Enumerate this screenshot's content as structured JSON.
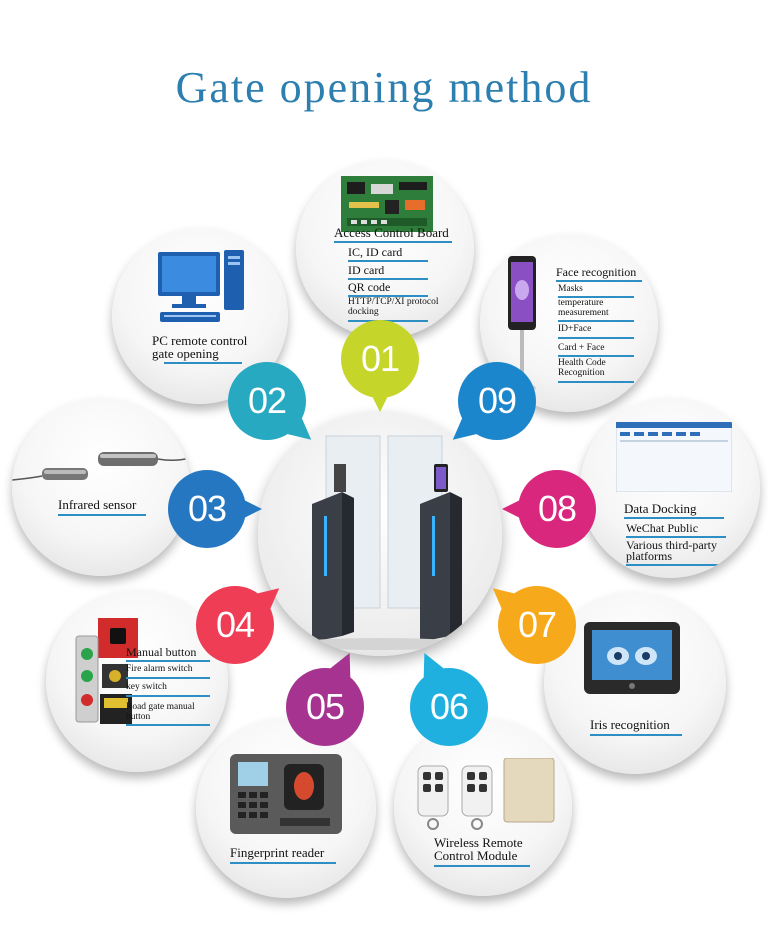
{
  "title": "Gate opening method",
  "colors": {
    "title": "#2d7fb0",
    "b01": "#c5d52a",
    "b02": "#26a9c1",
    "b03": "#2577c2",
    "b04": "#ee3d54",
    "b05": "#a5338f",
    "b06": "#1fb0df",
    "b07": "#f7a91c",
    "b08": "#d9277e",
    "b09": "#1c86cc"
  },
  "badges": {
    "b01": "01",
    "b02": "02",
    "b03": "03",
    "b04": "04",
    "b05": "05",
    "b06": "06",
    "b07": "07",
    "b08": "08",
    "b09": "09"
  },
  "access": {
    "title": "Access Control Board",
    "i1": "IC, ID card",
    "i2": "ID card",
    "i3": "QR code",
    "i4a": "HTTP/TCP/XI protocol",
    "i4b": "docking"
  },
  "pc": {
    "l1": "PC remote control",
    "l2": "gate opening"
  },
  "face": {
    "title": "Face recognition",
    "i1": "Masks",
    "i2a": "temperature",
    "i2b": "measurement",
    "i3": "ID+Face",
    "i4": "Card + Face",
    "i5a": "Health Code",
    "i5b": "Recognition"
  },
  "infrared": {
    "label": "Infrared sensor"
  },
  "data_docking": {
    "title": "Data Docking",
    "i1": "WeChat Public",
    "i2a": "Various third-party",
    "i2b": "platforms"
  },
  "manual": {
    "title": "Manual button",
    "i1": "Fire alarm switch",
    "i2": "key switch",
    "i3a": "Road gate manual",
    "i3b": "button"
  },
  "iris": {
    "label": "Iris recognition"
  },
  "fingerprint": {
    "label": "Fingerprint reader"
  },
  "wireless": {
    "l1": "Wireless Remote",
    "l2": "Control Module"
  }
}
